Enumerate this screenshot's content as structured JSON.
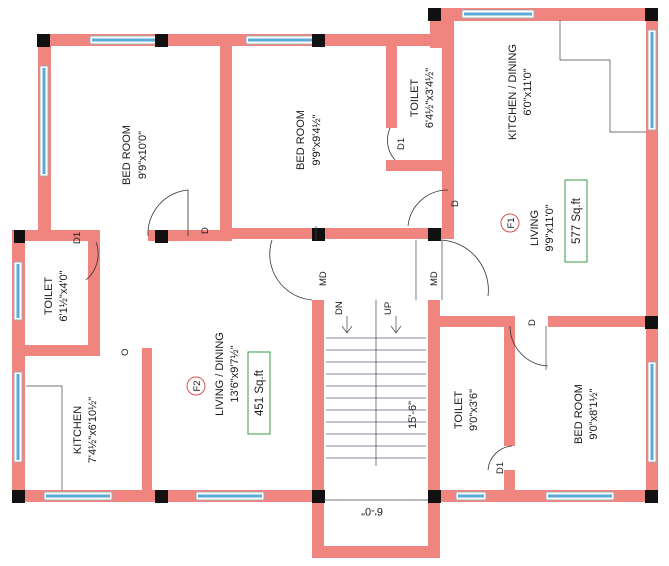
{
  "rooms": {
    "bedroom_1": {
      "name": "BED ROOM",
      "size": "9'9\"x10'0\""
    },
    "bedroom_2": {
      "name": "BED ROOM",
      "size": "9'9\"x9'4½\""
    },
    "toilet_top": {
      "name": "TOILET",
      "size": "6'4½\"x3'4½\""
    },
    "kitchen_dining_f1": {
      "name": "KITCHEN / DINING",
      "size": "6'0\"x11'0\""
    },
    "living_f1": {
      "name": "LIVING",
      "size": "9'9\"x11'0\""
    },
    "toilet_left": {
      "name": "TOILET",
      "size": "6'1½\"x4'0\""
    },
    "living_dining_f2": {
      "name": "LIVING / DINING",
      "size": "13'6\"x9'7½\""
    },
    "kitchen_f2": {
      "name": "KITCHEN",
      "size": "7'4½\"x6'10½\""
    },
    "toilet_mid": {
      "name": "TOILET",
      "size": "9'0\"x3'6\""
    },
    "bedroom_3": {
      "name": "BED ROOM",
      "size": "9'0\"x8'1½\""
    }
  },
  "flats": {
    "f1": {
      "tag": "F1",
      "area": "577 Sq.ft"
    },
    "f2": {
      "tag": "F2",
      "area": "451 Sq.ft"
    }
  },
  "doors": {
    "d": "D",
    "d1": "D1",
    "md": "MD",
    "o": "O"
  },
  "stairs": {
    "dn": "DN",
    "up": "UP",
    "dim_vertical": "15'-6\"",
    "dim_width": "6'-0\""
  },
  "colors": {
    "wall": "#f08580",
    "column": "#111111",
    "window": "#5aa9d6",
    "area_box": "#3d9a46",
    "flat_circle": "#d9534f"
  }
}
